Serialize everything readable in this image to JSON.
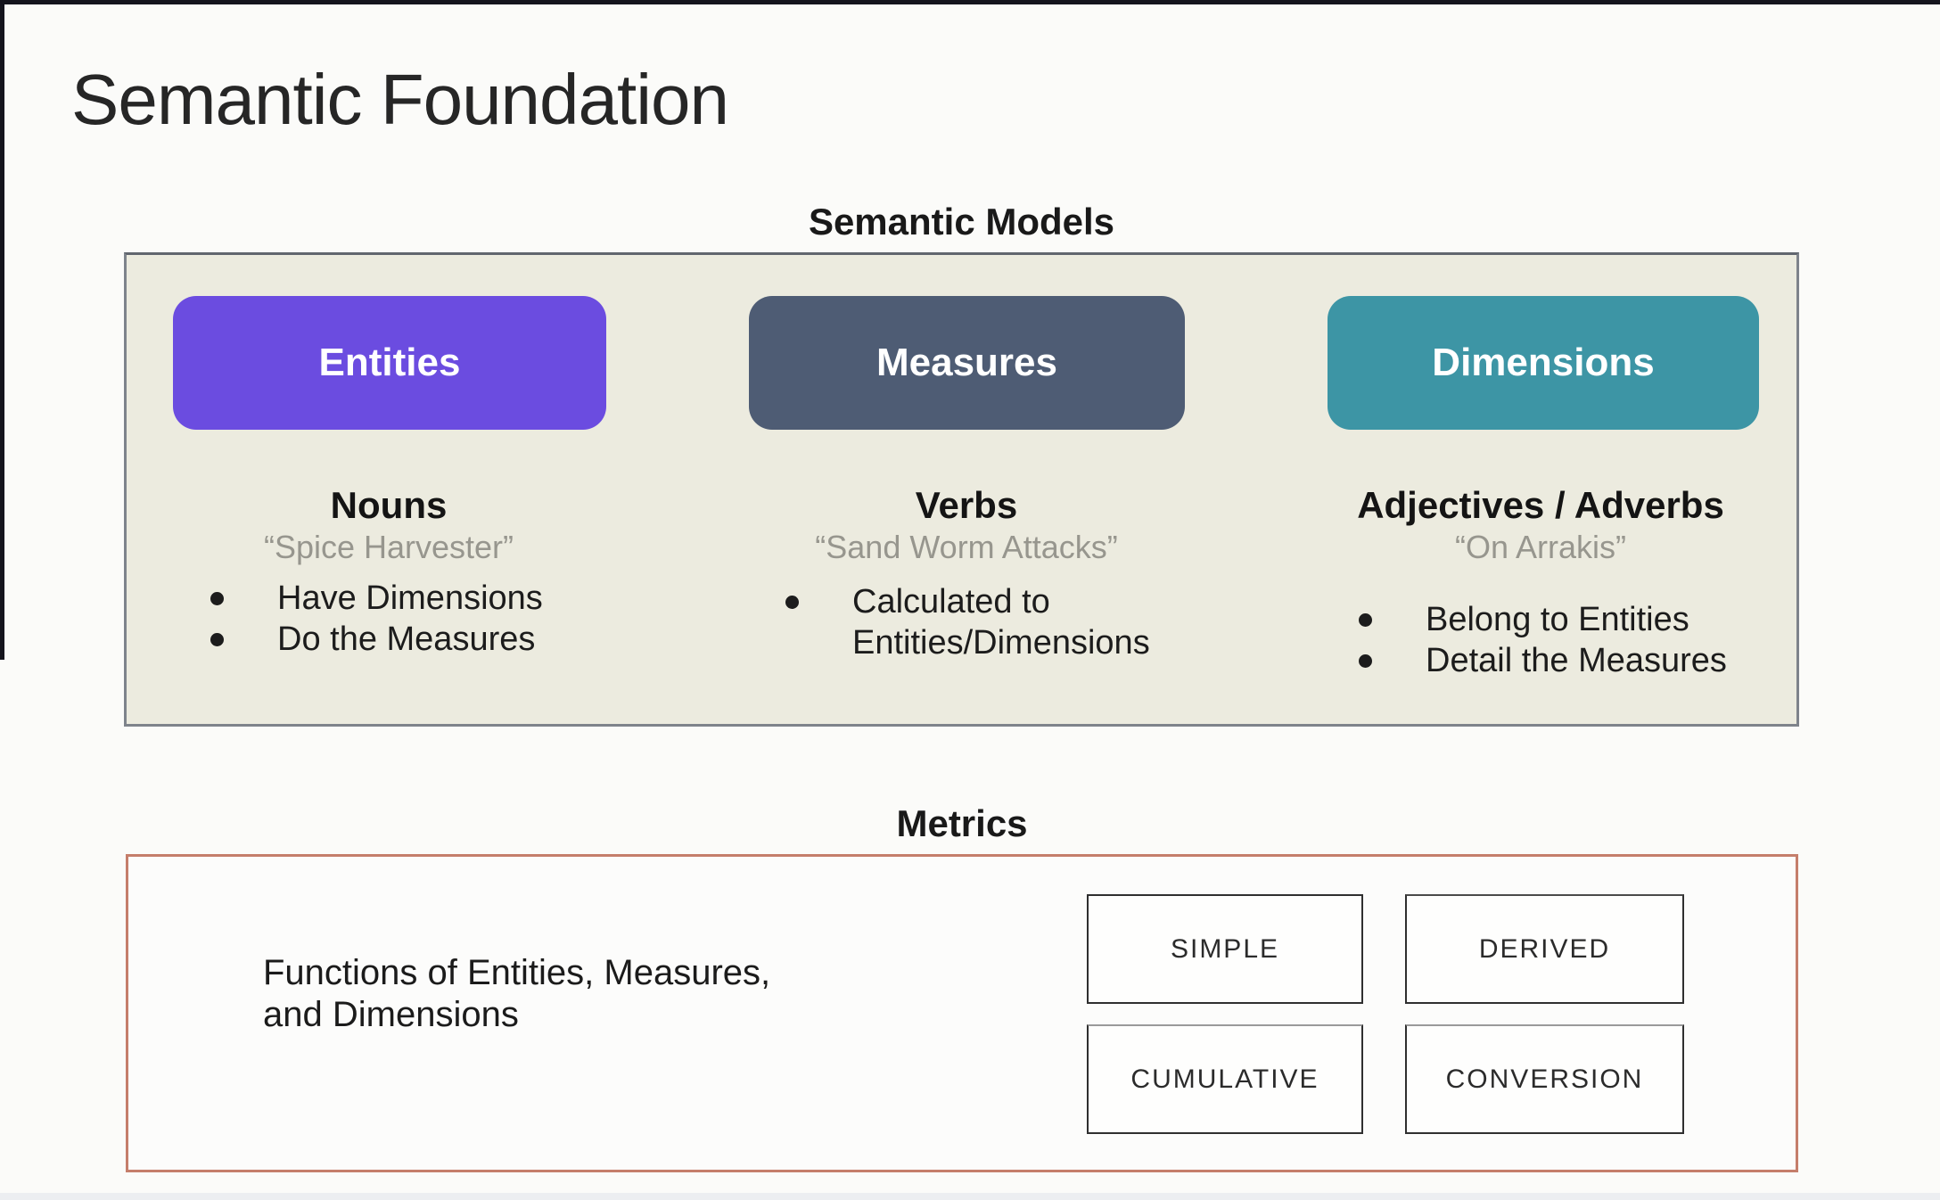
{
  "page": {
    "title": "Semantic Foundation"
  },
  "semantic_models": {
    "heading": "Semantic Models",
    "panel_bg": "#ecebdf",
    "columns": [
      {
        "button_label": "Entities",
        "button_color": "#6b4ce0",
        "subtitle": "Nouns",
        "quote": "“Spice Harvester”",
        "bullets": [
          "Have Dimensions",
          "Do the Measures"
        ]
      },
      {
        "button_label": "Measures",
        "button_color": "#4e5c74",
        "subtitle": "Verbs",
        "quote": "“Sand Worm Attacks”",
        "bullets": [
          "Calculated to Entities/Dimensions"
        ]
      },
      {
        "button_label": "Dimensions",
        "button_color": "#3d95a5",
        "subtitle": "Adjectives / Adverbs",
        "quote": "“On Arrakis”",
        "bullets": [
          "Belong to Entities",
          "Detail the Measures"
        ]
      }
    ]
  },
  "metrics": {
    "heading": "Metrics",
    "description_line1": "Functions of Entities, Measures,",
    "description_line2": "and Dimensions",
    "border_color": "#c57e6b",
    "types": [
      "SIMPLE",
      "DERIVED",
      "CUMULATIVE",
      "CONVERSION"
    ]
  }
}
